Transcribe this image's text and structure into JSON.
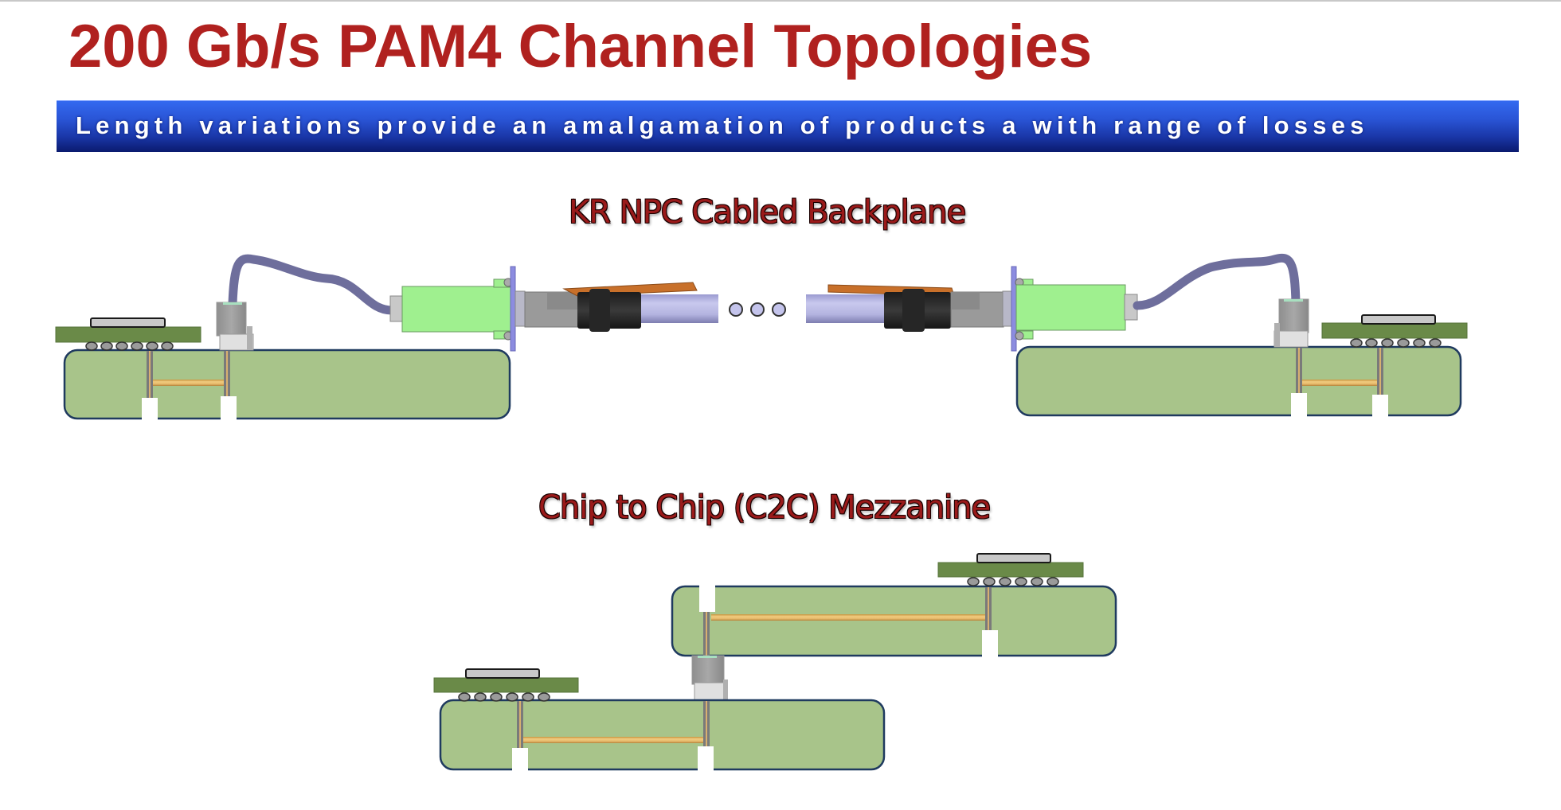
{
  "slide": {
    "title": "200 Gb/s PAM4 Channel Topologies",
    "banner": "Length variations provide an amalgamation of products a with range of losses"
  },
  "sections": [
    {
      "id": "kr-npc",
      "title": "KR NPC Cabled Backplane",
      "components": [
        "line-card-board-left",
        "bga-package-left",
        "asic-chip-left",
        "near-package-connector-left",
        "twinax-flyover-cable-left",
        "backplane-connector-module-left",
        "bulkhead-left",
        "cable-overmold-left",
        "backplane-cable",
        "continuation-dots",
        "backplane-cable-right",
        "cable-overmold-right",
        "bulkhead-right",
        "backplane-connector-module-right",
        "twinax-flyover-cable-right",
        "near-package-connector-right",
        "line-card-board-right",
        "bga-package-right",
        "asic-chip-right"
      ]
    },
    {
      "id": "c2c-mezz",
      "title": "Chip to Chip (C2C) Mezzanine",
      "components": [
        "base-board",
        "bga-package-base",
        "asic-chip-base",
        "mezzanine-connector",
        "mezzanine-board",
        "bga-package-mezz",
        "asic-chip-mezz"
      ]
    }
  ],
  "colors": {
    "title": "#b0211f",
    "banner_top": "#3369f0",
    "banner_bottom": "#0a1a6e",
    "section_title": "#9a1a1a",
    "pcb_fill": "#a8c48a",
    "pcb_border": "#1f3a5f",
    "package": "#6a8a48",
    "chip": "#c8c8c8",
    "solder_ball": "#9a9a9a",
    "via": "#7a7a7a",
    "trace": "#e6b96a",
    "cable": "#6e6e9c",
    "module": "#9ff08f",
    "bulkhead": "#8c8ce0",
    "backplane_cable": "#b4b4e0",
    "overmold": "#2c2c2c",
    "latch": "#c8702a"
  }
}
